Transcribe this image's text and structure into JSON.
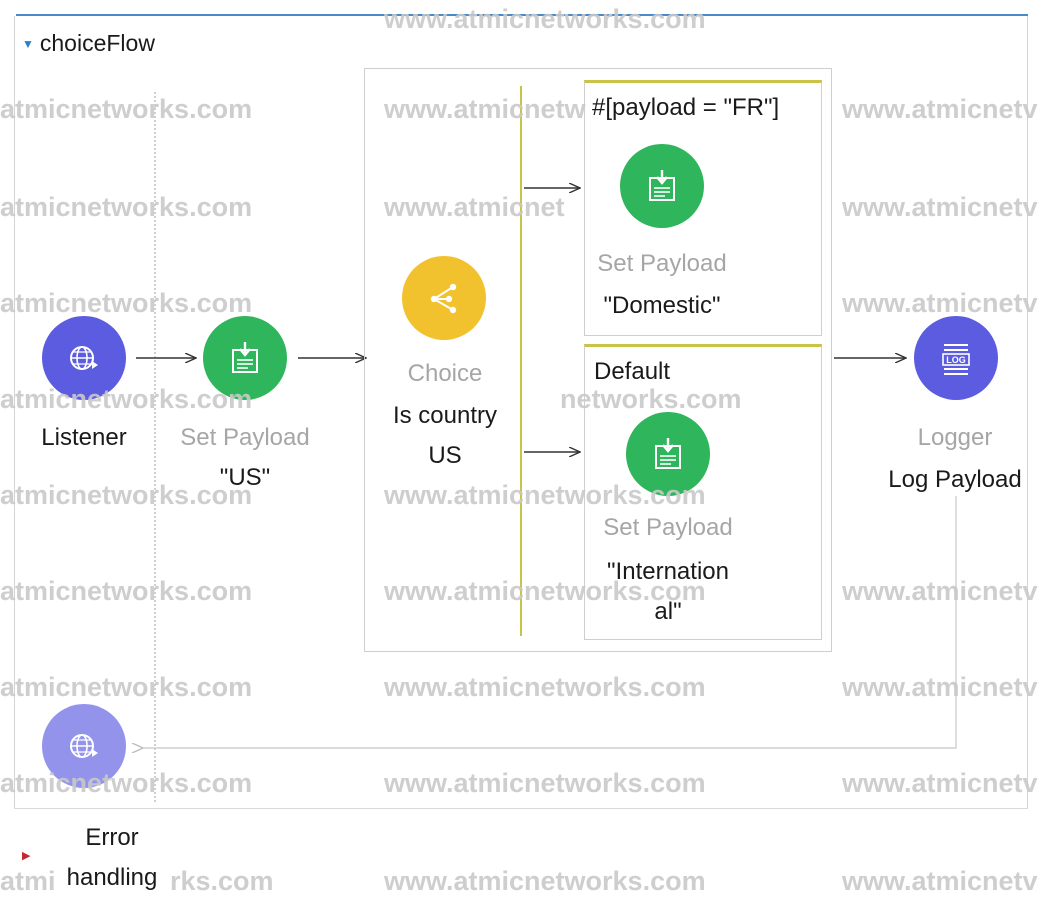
{
  "flow": {
    "name": "choiceFlow",
    "error_section_label_1": "Error",
    "error_section_label_2": "handling"
  },
  "nodes": {
    "listener": {
      "label": "Listener",
      "icon": "globe-arrow-icon"
    },
    "set_payload_us": {
      "type_label": "Set Payload",
      "name": "\"US\"",
      "icon": "set-payload-icon"
    },
    "choice": {
      "type_label": "Choice",
      "name_line1": "Is country",
      "name_line2": "US",
      "icon": "choice-branch-icon"
    },
    "route_when": {
      "condition": "#[payload  =  \"FR\"]"
    },
    "set_payload_domestic": {
      "type_label": "Set Payload",
      "name": "\"Domestic\"",
      "icon": "set-payload-icon"
    },
    "route_default": {
      "label": "Default"
    },
    "set_payload_international": {
      "type_label": "Set Payload",
      "name_line1": "\"Internation",
      "name_line2": "al\"",
      "icon": "set-payload-icon"
    },
    "logger": {
      "type_label": "Logger",
      "name": "Log Payload",
      "icon": "log-icon",
      "badge": "LOG"
    },
    "response": {
      "icon": "globe-arrow-icon"
    }
  },
  "watermark": {
    "text": "www.atmicnetworks.com"
  },
  "colors": {
    "connector_blue": "#5c5ce0",
    "set_payload_green": "#2fb55b",
    "choice_yellow": "#f2c12e",
    "route_border": "#c9c447",
    "top_rule": "#4a8bc7"
  }
}
